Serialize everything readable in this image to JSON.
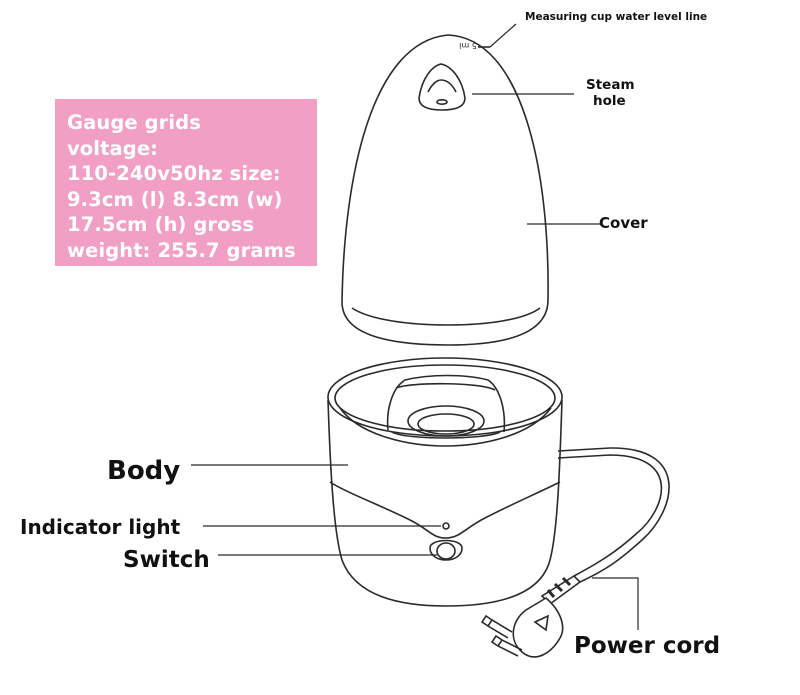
{
  "spec_box": {
    "lines": [
      "Gauge grids",
      "voltage:",
      "110-240v50hz size:",
      "9.3cm (l) 8.3cm (w)",
      "17.5cm (h) gross",
      "weight: 255.7 grams"
    ]
  },
  "labels": {
    "measuring_cup": "Measuring cup water level line",
    "steam_hole_line1": "Steam",
    "steam_hole_line2": "hole",
    "cover": "Cover",
    "body": "Body",
    "indicator_light": "Indicator light",
    "switch": "Switch",
    "power_cord": "Power cord"
  },
  "cover_marking": "5 ml",
  "colors": {
    "spec_box_background": "#f29fc5",
    "spec_box_text": "#ffffff",
    "label_text": "#111111",
    "line_art": "#2a2a2a"
  }
}
